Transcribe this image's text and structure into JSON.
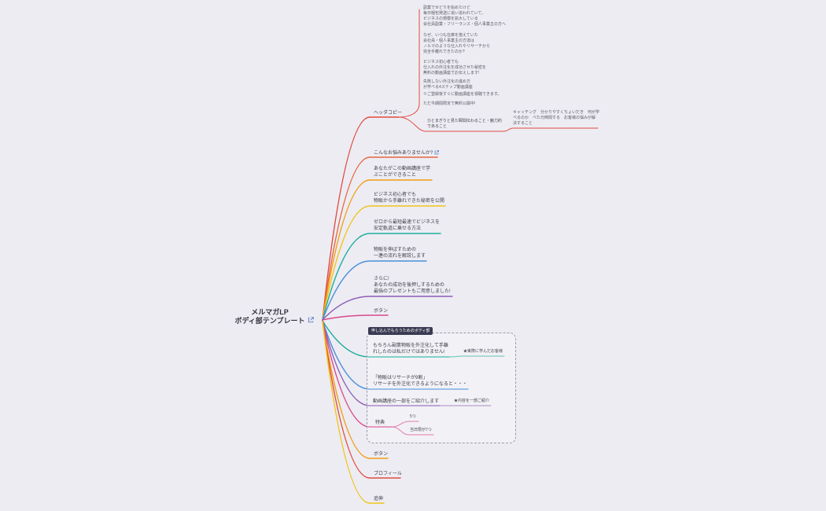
{
  "root": {
    "label": "メルマガLP\nボディ部テンプレート"
  },
  "palette": {
    "red": "#e04b3c",
    "coral": "#e8653f",
    "orange": "#f39c12",
    "yellow": "#f0c419",
    "teal": "#1fae9b",
    "blue": "#4a90d9",
    "purple": "#8a5db8",
    "magenta": "#d8498c",
    "badge_bg": "#3a3a52",
    "link": "#5b7fc7",
    "boundary": "#9a9aa8",
    "background": "#edecf3"
  },
  "nodes": {
    "header_copy": "ヘッダコピー",
    "header_notes": [
      "副業でせどりを始めたけど\n毎日梱包発送に追い追われていて、\nビジネスの規模を拡大している\n会社員副業・フリーランス・個人事業主の方へ",
      "なぜ、いつも在庫を抱えていた\n会社員・個人事業主の方達は\nノルマのような仕入れやリサーチから\n完全手離れできたのか?",
      "ビジネス初心者でも\n仕入れの外注化を成功させた秘密を\n無料の動画講座でお伝えします!",
      "失敗しない外注化の進め方\nが学べる4ステップ動画講座",
      "※ご登録後すぐに動画講座を視聴できます。",
      "ただ今期間限定で無料公開中!"
    ],
    "header_catch": "ひとまぎりと見た瞬間伝わること・魅力的\nであること",
    "header_catch_detail": "キャッチング　分かりやすくちょいだき　何が学\nべるのか　べた元時間する　お客様の悩みが解\n決すること",
    "onayami": "こんなお悩みありませんか?",
    "learn": "あなたがこの動画講座で学\nぶことができること",
    "beginner": "ビジネス初心者でも\n物販から手離れできた秘密を公開",
    "zero": "ゼロから最短最速でビジネスを\n安定軌道に乗せる方法",
    "flow": "物販を伸ばすための\n一連の流れを解説します",
    "present": "さらに!\nあなたの成功を後押しするための\n最強のプレゼントもご用意しました!",
    "button1": "ボタン",
    "group_title": "申し込んでもらうためのボディ部",
    "customers": "もちろん副業物販を外注化して手離\nれしたのは私だけではありません!",
    "customers_note": "★実際に学んだお客様",
    "research": "「物販はリサーチが9割」\nリサーチを外注化できるようになると・・・",
    "intro": "動画講座の一部をご紹介します",
    "intro_note": "★内容を一部ご紹介",
    "bonus": "特典",
    "bonus_count": "5つ",
    "bonus_extra": "当日限が7つ",
    "button2": "ボタン",
    "profile": "プロフィール",
    "postscript": "追伸"
  }
}
